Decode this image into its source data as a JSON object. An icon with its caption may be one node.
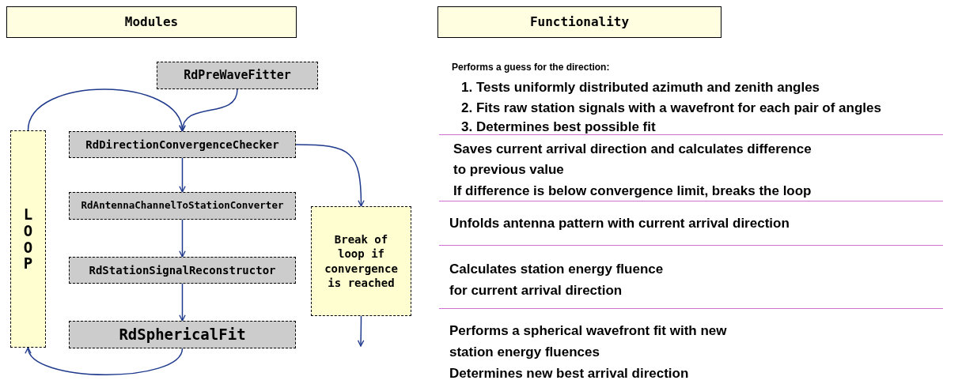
{
  "diagram": {
    "nodes": [
      {
        "text": [
          "Modules"
        ]
      },
      {
        "text": [
          "Functionality"
        ]
      },
      {
        "text": [
          "RdPreWaveFitter"
        ]
      },
      {
        "text": [
          "RdDirectionConvergenceChecker"
        ]
      },
      {
        "text": [
          "RdAntennaChannelToStationConverter"
        ]
      },
      {
        "text": [
          "RdStationSignalReconstructor"
        ]
      },
      {
        "text": [
          "RdSphericalFit"
        ]
      },
      {
        "text": [
          "LOOP"
        ]
      },
      {
        "text": [
          "Break of loop if convergence is reached"
        ]
      }
    ],
    "edges": [
      {
        "from": 2,
        "to": 3,
        "arrow": "to"
      },
      {
        "from": 7,
        "to": 3,
        "arrow": "to"
      },
      {
        "from": 3,
        "to": 4,
        "arrow": "to"
      },
      {
        "from": 4,
        "to": 5,
        "arrow": "to"
      },
      {
        "from": 5,
        "to": 6,
        "arrow": "to"
      },
      {
        "from": 6,
        "to": 7,
        "arrow": "to"
      },
      {
        "from": 3,
        "to": 8,
        "arrow": "to"
      },
      {
        "from": 8,
        "to": null,
        "arrow": "to"
      }
    ],
    "labels": [
      "Performs a guess for the direction:",
      "1. Tests uniformly distributed azimuth and zenith angles",
      "2. Fits raw station signals with a wavefront for each pair of angles",
      "3. Determines best possible fit",
      "Saves current arrival direction and calculates difference",
      "to previous value",
      "If difference is below convergence limit, breaks the loop",
      "Unfolds antenna pattern with current arrival direction",
      "Calculates station energy fluence",
      "for current arrival direction",
      "Performs a spherical wavefront fit with new",
      "station energy fluences",
      "Determines new best arrival direction"
    ]
  }
}
